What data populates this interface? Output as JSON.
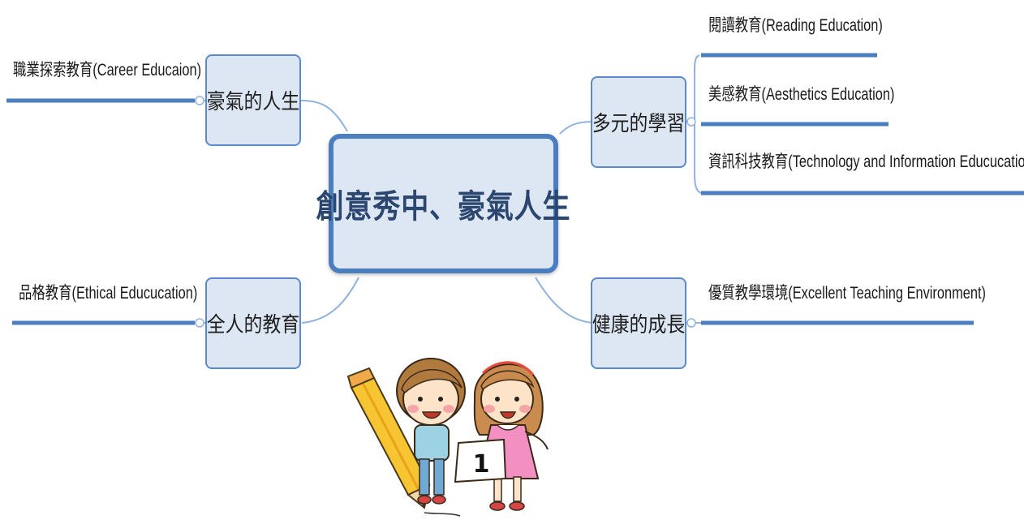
{
  "central": {
    "label": "創意秀中、豪氣人生"
  },
  "branches": [
    {
      "label": "豪氣的人生",
      "leaves": [
        {
          "label": "職業探索教育(Career Educaion)"
        }
      ]
    },
    {
      "label": "多元的學習",
      "leaves": [
        {
          "label": "閱讀教育(Reading Education)"
        },
        {
          "label": "美感教育(Aesthetics Education)"
        },
        {
          "label": "資訊科技教育(Technology and Information Educucation)"
        }
      ]
    },
    {
      "label": "全人的教育",
      "leaves": [
        {
          "label": "品格教育(Ethical Educucation)"
        }
      ]
    },
    {
      "label": "健康的成長",
      "leaves": [
        {
          "label": "優質教學環境(Excellent Teaching Environment)"
        }
      ]
    }
  ],
  "illustration": {
    "card_number": "1"
  },
  "colors": {
    "node_fill": "#dde7f3",
    "node_border": "#5a8acb",
    "central_border": "#4a7ec0",
    "central_text": "#2b466f",
    "leaf_underline": "#4a7ec0",
    "connector": "#8fb2de"
  }
}
